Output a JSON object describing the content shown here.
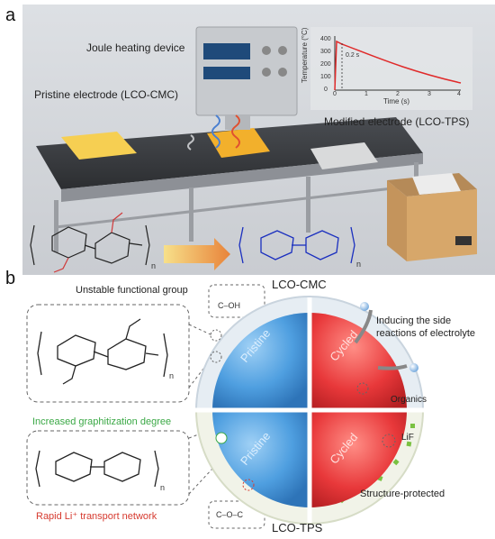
{
  "panel_a": {
    "letter": "a",
    "joule_label": "Joule heating device",
    "pristine_label": "Pristine electrode (LCO-CMC)",
    "modified_label": "Modified electrode (LCO-TPS)",
    "inset": {
      "ylabel": "Temperature (°C)",
      "xlabel": "Time (s)",
      "annotation": "0.2 s",
      "y_ticks": [
        "0",
        "100",
        "200",
        "300",
        "400"
      ],
      "x_ticks": [
        "0",
        "1",
        "2",
        "3",
        "4"
      ]
    },
    "cmc_subscript": "n",
    "tps_subscript": "n"
  },
  "panel_b": {
    "letter": "b",
    "lco_cmc": "LCO-CMC",
    "lco_tps": "LCO-TPS",
    "unstable_label": "Unstable functional group",
    "inducing_label_1": "Inducing the side",
    "inducing_label_2": "reactions of electrolyte",
    "organics_label": "Organics",
    "lif_label": "LiF",
    "graphitization_label": "Increased graphitization degree",
    "structure_label": "Structure-protected",
    "transport_label": "Rapid Li⁺ transport network",
    "pristine_top": "Pristine",
    "pristine_bottom": "Pristine",
    "cycled_top": "Cycled",
    "cycled_bottom": "Cycled",
    "cmc_subscript": "n",
    "tps_subscript": "n",
    "cooh_group": "C–OH",
    "coc_group": "C–O–C"
  },
  "colors": {
    "blue_sphere": "#4f9fe0",
    "red_sphere": "#e8383a",
    "green_text": "#3aa845",
    "red_text": "#d63a2f"
  }
}
